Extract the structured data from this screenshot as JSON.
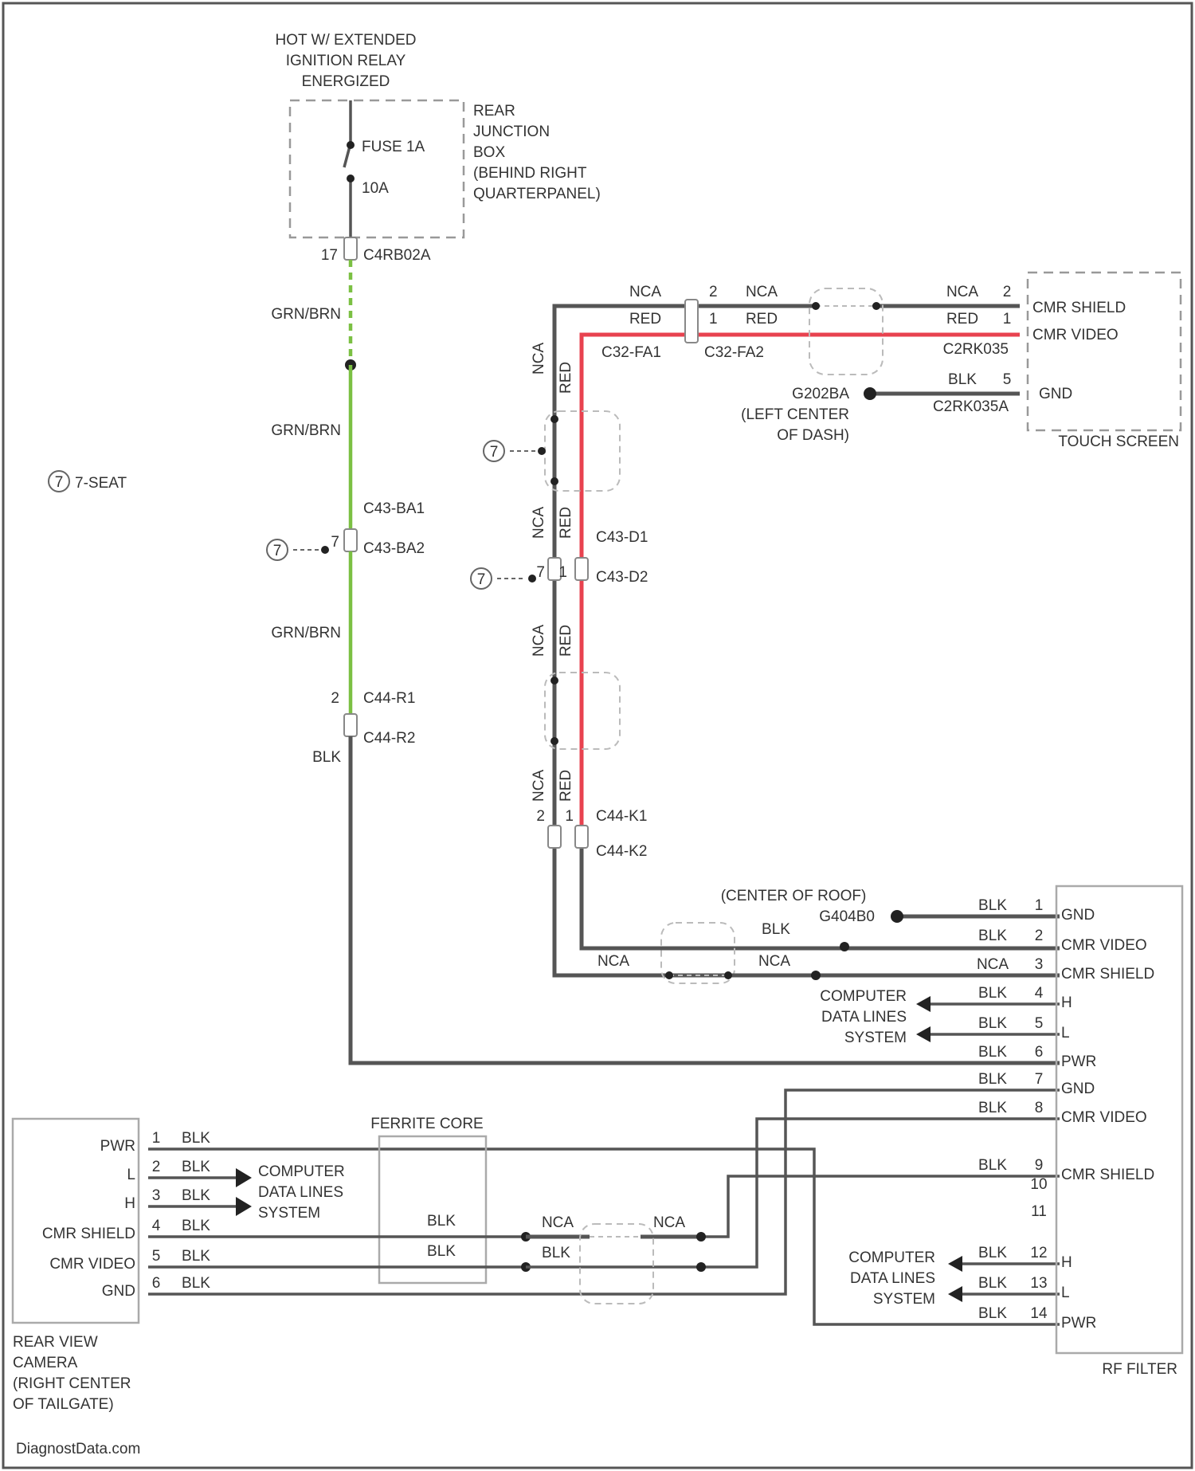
{
  "power_source": {
    "line1": "HOT W/ EXTENDED",
    "line2": "IGNITION RELAY",
    "line3": "ENERGIZED"
  },
  "rear_junction_box": {
    "line1": "REAR",
    "line2": "JUNCTION",
    "line3": "BOX",
    "line4": "(BEHIND RIGHT",
    "line5": "QUARTERPANEL)",
    "fuse_label": "FUSE 1A",
    "fuse_rating": "10A",
    "pin": "17",
    "connector": "C4RB02A"
  },
  "wire_colors": {
    "grn_brn": "GRN/BRN",
    "blk": "BLK",
    "nca": "NCA",
    "red": "RED"
  },
  "option_note": "7-SEAT",
  "option_symbol": "7",
  "power_connectors": {
    "c43_ba1": "C43-BA1",
    "c43_ba2": "C43-BA2",
    "pin_ba": "7",
    "c44_r1": "C44-R1",
    "c44_r2": "C44-R2",
    "pin_r": "2"
  },
  "video_connectors": {
    "c32_fa1": "C32-FA1",
    "c32_fa2": "C32-FA2",
    "pin_top_shield": "2",
    "pin_top_video": "1",
    "c43_d1": "C43-D1",
    "c43_d2": "C43-D2",
    "pin_d_left": "7",
    "pin_d_right": "1",
    "c44_k1": "C44-K1",
    "c44_k2": "C44-K2",
    "pin_k_left": "2",
    "pin_k_right": "1"
  },
  "touch_screen": {
    "name": "TOUCH SCREEN",
    "connector_video": "C2RK035",
    "connector_gnd": "C2RK035A",
    "ground": "G202BA",
    "ground_loc1": "(LEFT CENTER",
    "ground_loc2": "OF DASH)",
    "pins": [
      {
        "num": "2",
        "label": "CMR SHIELD",
        "color": "NCA"
      },
      {
        "num": "1",
        "label": "CMR VIDEO",
        "color": "RED"
      },
      {
        "num": "5",
        "label": "GND",
        "color": "BLK"
      }
    ]
  },
  "roof": {
    "location": "(CENTER OF ROOF)",
    "ground": "G404B0"
  },
  "data_lines": {
    "line1": "COMPUTER",
    "line2": "DATA LINES",
    "line3": "SYSTEM"
  },
  "rf_filter": {
    "name": "RF FILTER",
    "pins": [
      {
        "num": "1",
        "label": "GND",
        "color": "BLK"
      },
      {
        "num": "2",
        "label": "CMR VIDEO",
        "color": "BLK"
      },
      {
        "num": "3",
        "label": "CMR SHIELD",
        "color": "NCA"
      },
      {
        "num": "4",
        "label": "H",
        "color": "BLK"
      },
      {
        "num": "5",
        "label": "L",
        "color": "BLK"
      },
      {
        "num": "6",
        "label": "PWR",
        "color": "BLK"
      },
      {
        "num": "7",
        "label": "GND",
        "color": "BLK"
      },
      {
        "num": "8",
        "label": "CMR VIDEO",
        "color": "BLK"
      },
      {
        "num": "9",
        "label": "CMR SHIELD",
        "color": "BLK"
      },
      {
        "num": "10",
        "label": "",
        "color": ""
      },
      {
        "num": "11",
        "label": "",
        "color": ""
      },
      {
        "num": "12",
        "label": "H",
        "color": "BLK"
      },
      {
        "num": "13",
        "label": "L",
        "color": "BLK"
      },
      {
        "num": "14",
        "label": "PWR",
        "color": "BLK"
      }
    ]
  },
  "camera": {
    "line1": "REAR VIEW",
    "line2": "CAMERA",
    "line3": "(RIGHT CENTER",
    "line4": "OF TAILGATE)",
    "pins": [
      {
        "num": "1",
        "label": "PWR",
        "color": "BLK"
      },
      {
        "num": "2",
        "label": "L",
        "color": "BLK"
      },
      {
        "num": "3",
        "label": "H",
        "color": "BLK"
      },
      {
        "num": "4",
        "label": "CMR SHIELD",
        "color": "BLK"
      },
      {
        "num": "5",
        "label": "CMR VIDEO",
        "color": "BLK"
      },
      {
        "num": "6",
        "label": "GND",
        "color": "BLK"
      }
    ]
  },
  "ferrite": {
    "label": "FERRITE CORE"
  },
  "watermark": "DiagnostData.com"
}
